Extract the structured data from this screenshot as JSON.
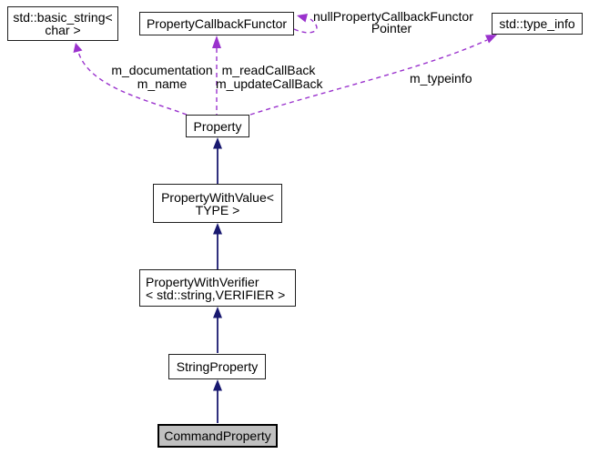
{
  "nodes": {
    "basic_string": {
      "line1": "std::basic_string<",
      "line2": "char >"
    },
    "callback_functor": {
      "label": "PropertyCallbackFunctor"
    },
    "type_info": {
      "label": "std::type_info"
    },
    "property": {
      "label": "Property"
    },
    "property_with_value": {
      "line1": "PropertyWithValue<",
      "line2": "TYPE >"
    },
    "property_with_verifier": {
      "line1": "PropertyWithVerifier",
      "line2": "< std::string,VERIFIER >"
    },
    "string_property": {
      "label": "StringProperty"
    },
    "command_property": {
      "label": "CommandProperty"
    }
  },
  "edge_labels": {
    "documentation": {
      "line1": "m_documentation",
      "line2": "m_name"
    },
    "callbacks": {
      "line1": "m_readCallBack",
      "line2": "m_updateCallBack"
    },
    "null_pointer": {
      "line1": "nullPropertyCallbackFunctor",
      "line2": "Pointer"
    },
    "typeinfo": {
      "label": "m_typeinfo"
    }
  },
  "colors": {
    "inheritance": "#191970",
    "usage": "#9a32cd",
    "node_fill": "#ffffff",
    "node_border": "#1f1f1f",
    "highlight_fill": "#c0c0c0"
  }
}
